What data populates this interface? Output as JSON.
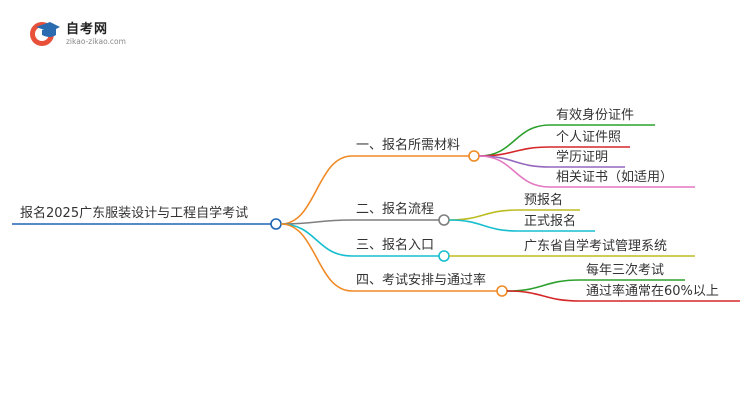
{
  "logo": {
    "name": "自考网",
    "url": "zikao-zikao.com"
  },
  "root": {
    "label": "报名2025广东服装设计与工程自学考试",
    "color": "#1f64b5"
  },
  "branches": [
    {
      "label": "一、报名所需材料",
      "color": "#f08a24",
      "children": [
        {
          "label": "有效身份证件",
          "color": "#2ca02c"
        },
        {
          "label": "个人证件照",
          "color": "#d62728"
        },
        {
          "label": "学历证明",
          "color": "#9467bd"
        },
        {
          "label": "相关证书（如适用）",
          "color": "#e377c2"
        }
      ]
    },
    {
      "label": "二、报名流程",
      "color": "#7f7f7f",
      "children": [
        {
          "label": "预报名",
          "color": "#bcbd22"
        },
        {
          "label": "正式报名",
          "color": "#17becf"
        }
      ]
    },
    {
      "label": "三、报名入口",
      "color": "#17becf",
      "children": [
        {
          "label": "广东省自学考试管理系统",
          "color": "#bcbd22"
        }
      ]
    },
    {
      "label": "四、考试安排与通过率",
      "color": "#f08a24",
      "children": [
        {
          "label": "每年三次考试",
          "color": "#2ca02c"
        },
        {
          "label": "通过率通常在60%以上",
          "color": "#d62728"
        }
      ]
    }
  ]
}
